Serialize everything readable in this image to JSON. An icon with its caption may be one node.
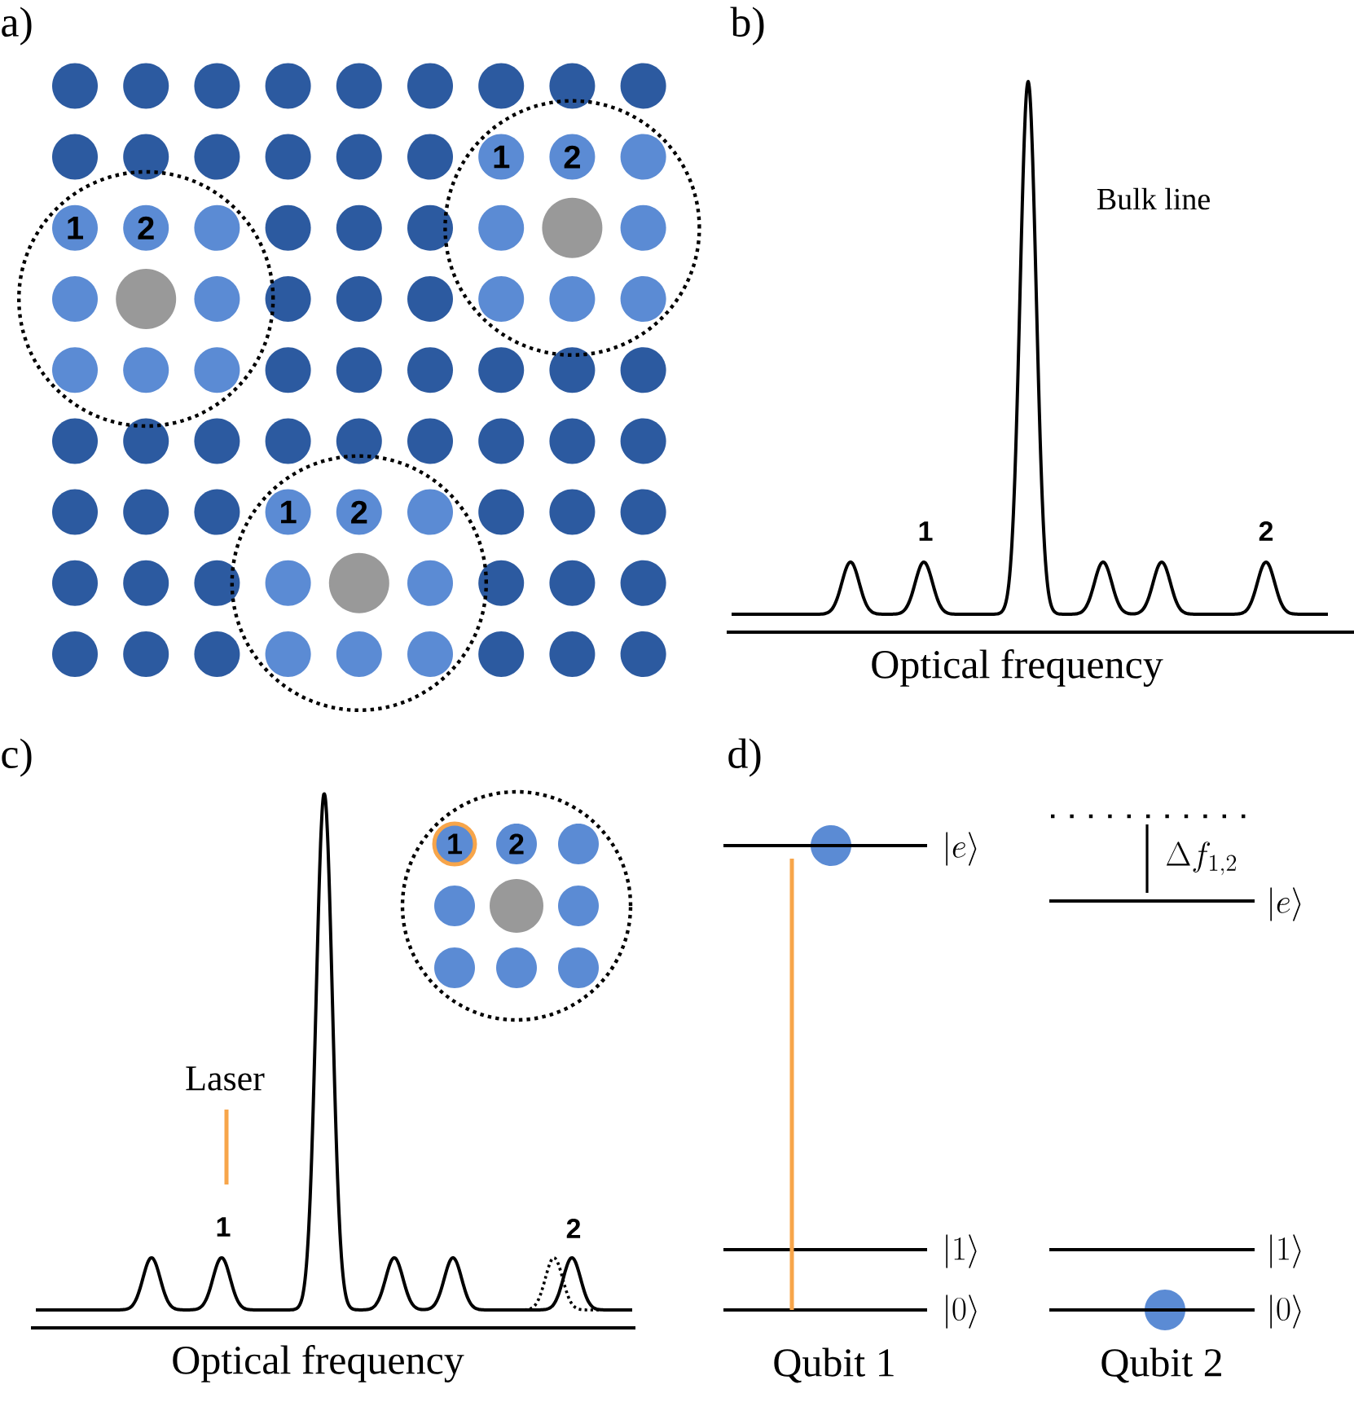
{
  "diagram": {
    "nodes": [
      {
        "text": [
          "1"
        ]
      },
      {
        "text": [
          "2"
        ]
      },
      {
        "text": [
          "1"
        ]
      },
      {
        "text": [
          "2"
        ]
      },
      {
        "text": [
          "1"
        ]
      },
      {
        "text": [
          "2"
        ]
      },
      {
        "text": [
          "1"
        ]
      },
      {
        "text": [
          "2"
        ]
      },
      {
        "text": [],
        "shape": "circle"
      },
      {
        "text": [],
        "shape": "circle"
      }
    ],
    "labels": [
      "a)",
      "b)",
      "Bulk line",
      "1",
      "2",
      "Optical frequency",
      "c)",
      "Laser",
      "1",
      "2",
      "Optical frequency",
      "d)",
      "|e\\rangle",
      "\\Delta f_{1,2}",
      "|e\\rangle",
      "|1\\rangle",
      "|0\\rangle",
      "|1\\rangle",
      "|0\\rangle",
      "Qubit 1",
      "Qubit 2"
    ]
  }
}
